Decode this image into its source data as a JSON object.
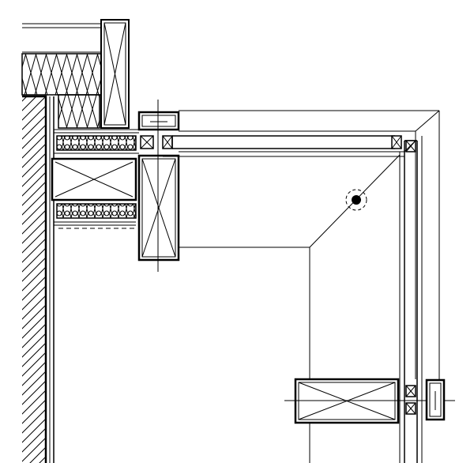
{
  "drawing": {
    "kind": "architectural corner detail (plan section)",
    "colors": {
      "background": "#ffffff",
      "line": "#000000"
    },
    "hatch": "diagonal",
    "insulation_pattern": "loop",
    "symbols": [
      "timber-section-cross",
      "fixing-anchor-dot",
      "center-axis-cross"
    ]
  }
}
